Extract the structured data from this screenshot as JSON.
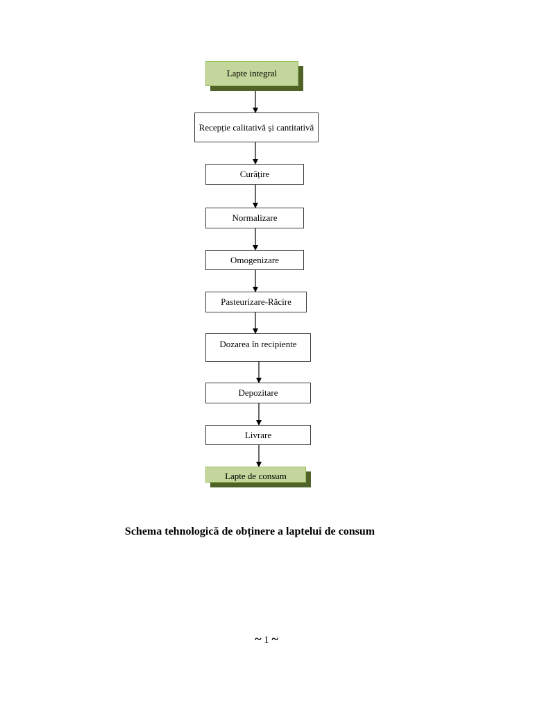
{
  "flowchart": {
    "start": "Lapte integral",
    "steps": [
      "Recepție calitativă și cantitativă",
      "Curățire",
      "Normalizare",
      "Omogenizare",
      "Pasteurizare-Răcire",
      "Dozarea în recipiente",
      "Depozitare",
      "Livrare"
    ],
    "end": "Lapte de consum"
  },
  "caption": "Schema tehnologică de obținere a laptelui de consum",
  "page_number": {
    "left": "~",
    "number": "1",
    "right": "~"
  }
}
